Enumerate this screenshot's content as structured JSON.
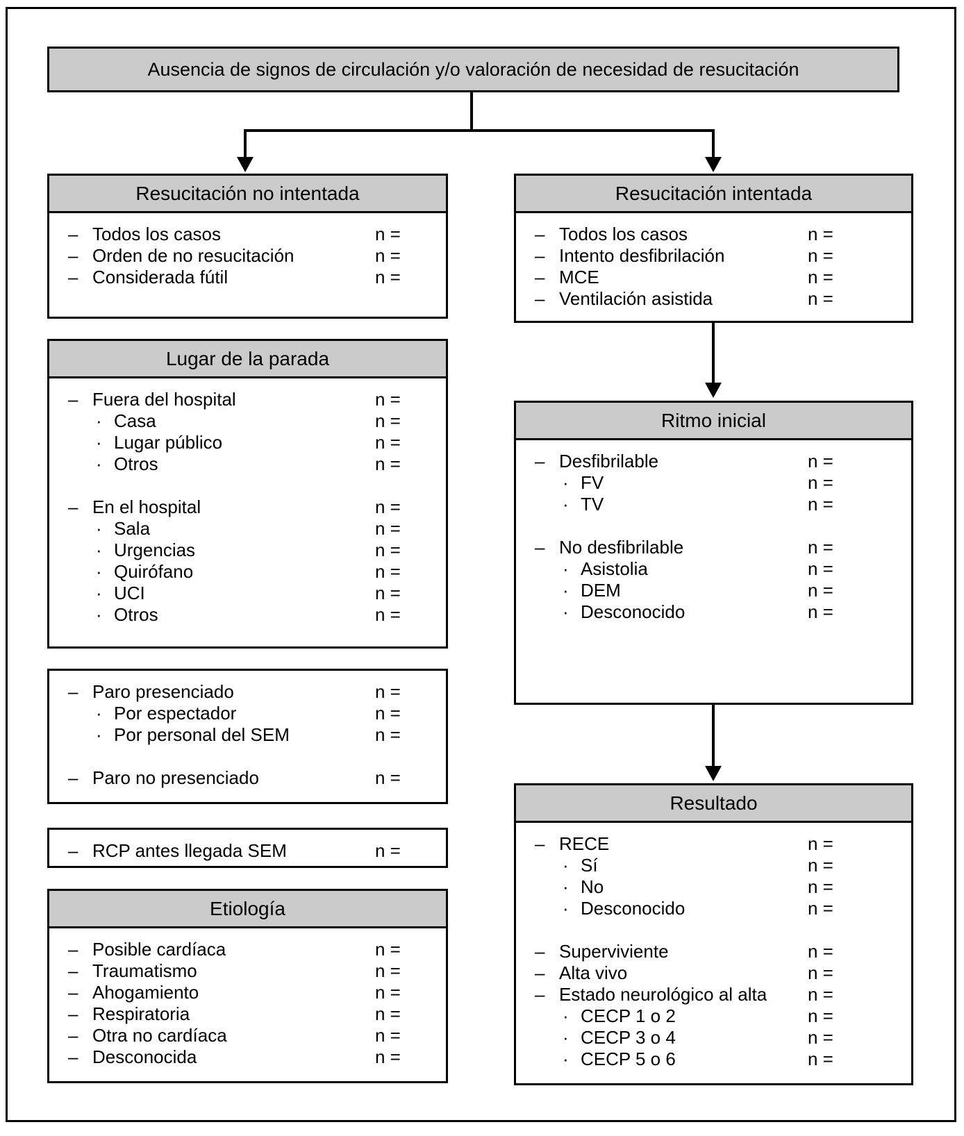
{
  "figure": {
    "background": "#ffffff",
    "border_color": "#000000",
    "header_fill": "#cbcbcb",
    "n_label": "n =",
    "top_box": {
      "title": "Ausencia de signos de circulación y/o valoración de necesidad de resucitación"
    },
    "columns": {
      "left": [
        {
          "id": "l1",
          "header": "Resucitación no intentada",
          "rows": [
            {
              "t": "dash",
              "label": "Todos los casos"
            },
            {
              "t": "dash",
              "label": "Orden de no resucitación"
            },
            {
              "t": "dash",
              "label": "Considerada fútil"
            }
          ]
        },
        {
          "id": "l2",
          "header": "Lugar de la parada",
          "rows": [
            {
              "t": "dash",
              "label": "Fuera del hospital"
            },
            {
              "t": "dot",
              "label": "Casa"
            },
            {
              "t": "dot",
              "label": "Lugar público"
            },
            {
              "t": "dot",
              "label": "Otros"
            },
            {
              "t": "blank"
            },
            {
              "t": "dash",
              "label": "En el hospital"
            },
            {
              "t": "dot",
              "label": "Sala"
            },
            {
              "t": "dot",
              "label": "Urgencias"
            },
            {
              "t": "dot",
              "label": "Quirófano"
            },
            {
              "t": "dot",
              "label": "UCI"
            },
            {
              "t": "dot",
              "label": "Otros"
            }
          ]
        },
        {
          "id": "l3",
          "header": null,
          "rows": [
            {
              "t": "dash",
              "label": "Paro presenciado"
            },
            {
              "t": "dot",
              "label": "Por espectador"
            },
            {
              "t": "dot",
              "label": "Por personal del SEM"
            },
            {
              "t": "blank"
            },
            {
              "t": "dash",
              "label": "Paro no presenciado"
            }
          ]
        },
        {
          "id": "l4",
          "header": null,
          "rows": [
            {
              "t": "dash",
              "label": "RCP antes llegada SEM"
            }
          ]
        },
        {
          "id": "l5",
          "header": "Etiología",
          "rows": [
            {
              "t": "dash",
              "label": "Posible cardíaca"
            },
            {
              "t": "dash",
              "label": "Traumatismo"
            },
            {
              "t": "dash",
              "label": "Ahogamiento"
            },
            {
              "t": "dash",
              "label": "Respiratoria"
            },
            {
              "t": "dash",
              "label": "Otra no cardíaca"
            },
            {
              "t": "dash",
              "label": "Desconocida"
            }
          ]
        }
      ],
      "right": [
        {
          "id": "r1",
          "header": "Resucitación intentada",
          "rows": [
            {
              "t": "dash",
              "label": "Todos los casos"
            },
            {
              "t": "dash",
              "label": "Intento desfibrilación"
            },
            {
              "t": "dash",
              "label": "MCE"
            },
            {
              "t": "dash",
              "label": "Ventilación asistida"
            }
          ]
        },
        {
          "id": "r2",
          "header": "Ritmo inicial",
          "rows": [
            {
              "t": "dash",
              "label": "Desfibrilable"
            },
            {
              "t": "dot",
              "label": "FV"
            },
            {
              "t": "dot",
              "label": "TV"
            },
            {
              "t": "blank"
            },
            {
              "t": "dash",
              "label": "No desfibrilable"
            },
            {
              "t": "dot",
              "label": "Asistolia"
            },
            {
              "t": "dot",
              "label": "DEM"
            },
            {
              "t": "dot",
              "label": "Desconocido"
            }
          ]
        },
        {
          "id": "r3",
          "header": "Resultado",
          "rows": [
            {
              "t": "dash",
              "label": "RECE"
            },
            {
              "t": "dot",
              "label": "Sí"
            },
            {
              "t": "dot",
              "label": "No"
            },
            {
              "t": "dot",
              "label": "Desconocido"
            },
            {
              "t": "blank"
            },
            {
              "t": "dash",
              "label": "Superviviente"
            },
            {
              "t": "dash",
              "label": "Alta vivo"
            },
            {
              "t": "dash",
              "label": "Estado neurológico al alta"
            },
            {
              "t": "dot",
              "label": "CECP 1 o 2"
            },
            {
              "t": "dot",
              "label": "CECP 3 o 4"
            },
            {
              "t": "dot",
              "label": "CECP 5 o 6"
            }
          ]
        }
      ]
    }
  }
}
